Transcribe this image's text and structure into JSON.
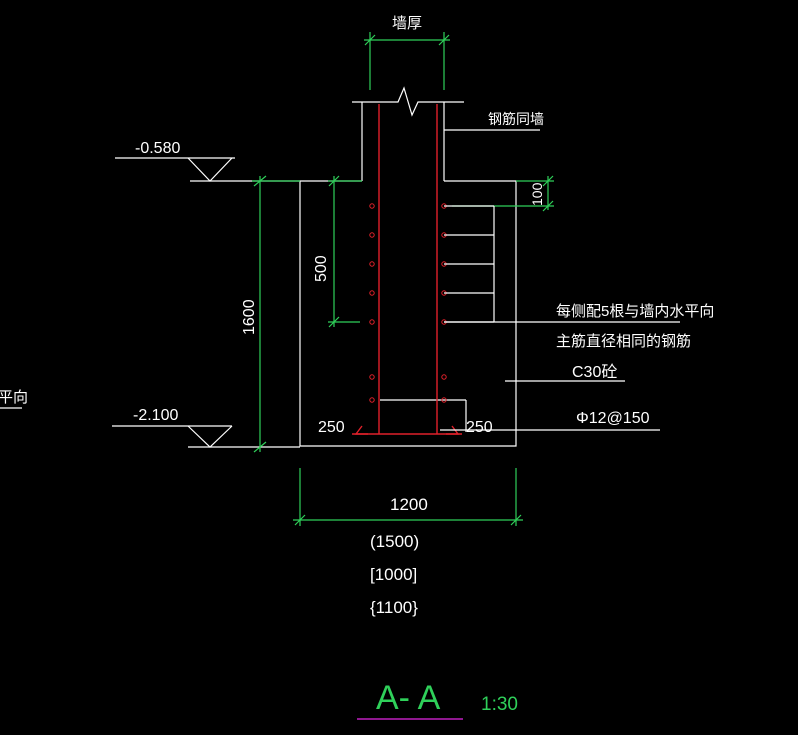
{
  "drawing": {
    "wall_thickness_label": "墙厚",
    "rebar_same_as_wall_label": "钢筋同墙",
    "elevation_top": "-0.580",
    "elevation_bottom": "-2.100",
    "dim_height": "1600",
    "dim_upper": "500",
    "dim_top_offset": "100",
    "side_rebar_note_line1": "每侧配5根与墙内水平向",
    "side_rebar_note_line2": "主筋直径相同的钢筋",
    "concrete_grade": "C30砼",
    "bottom_rebar": "Φ12@150",
    "edge_left": "250",
    "edge_right": "250",
    "width_main": "1200",
    "width_alt1": "(1500)",
    "width_alt2": "[1000]",
    "width_alt3": "{1100}",
    "left_edge_fragment": "平向",
    "section_title": "A- A",
    "scale": "1:30"
  },
  "colors": {
    "background": "#000000",
    "outline": "#ffffff",
    "dimension": "#2fd05a",
    "rebar": "#e0202a",
    "title_underline": "#c020c0"
  }
}
